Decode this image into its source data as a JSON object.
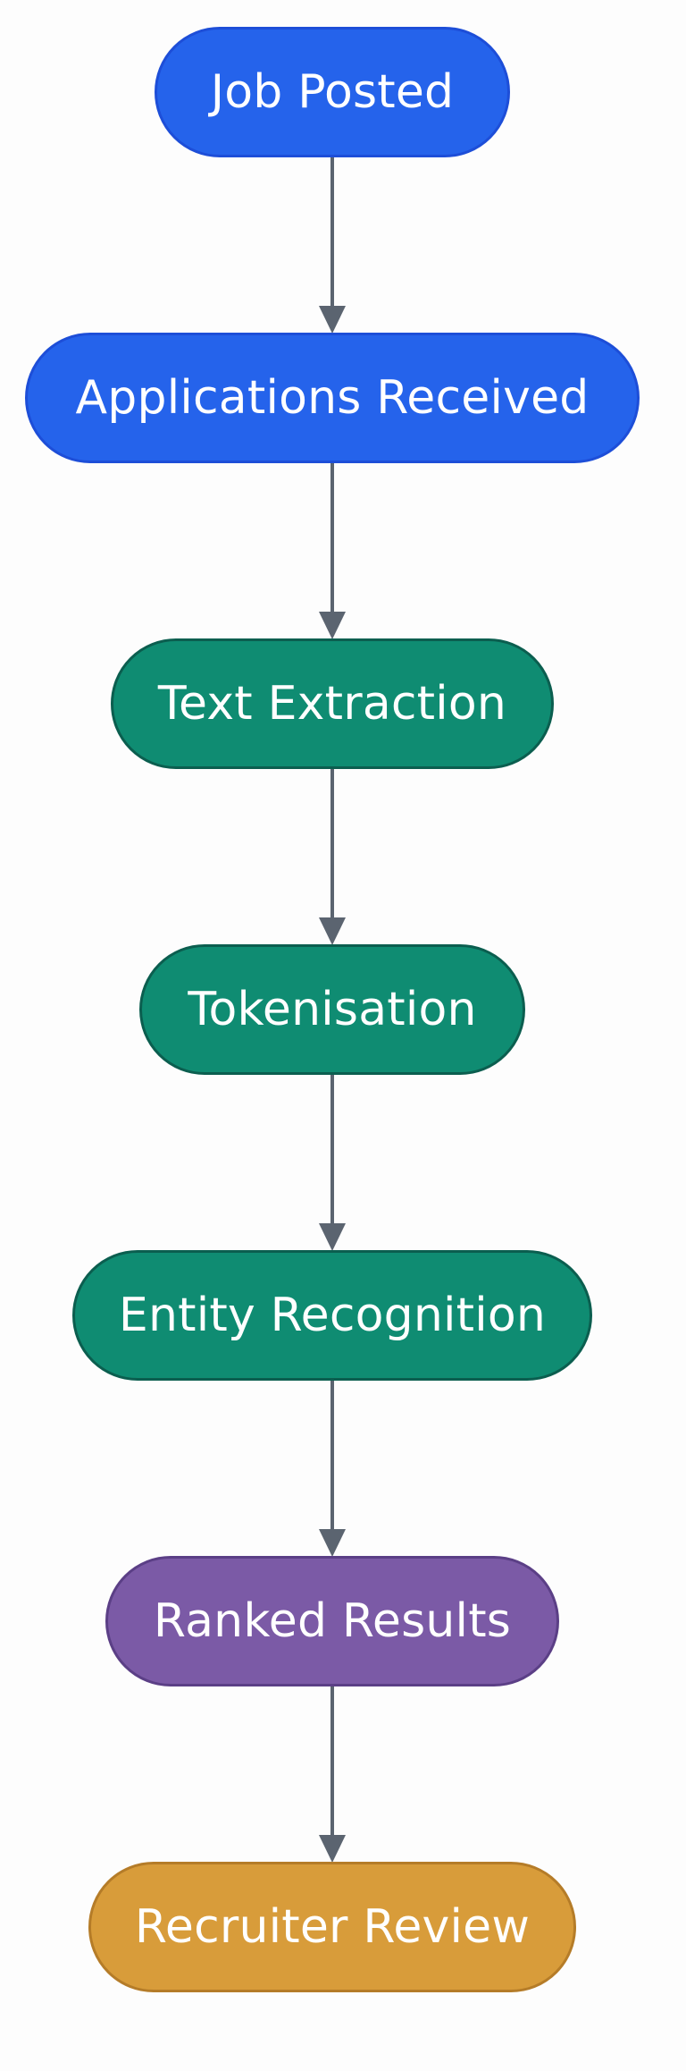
{
  "diagram": {
    "nodes": [
      {
        "id": "job-posted",
        "label": "Job Posted",
        "fill": "#2563eb",
        "stroke": "#1d4ed8"
      },
      {
        "id": "applications-received",
        "label": "Applications Received",
        "fill": "#2563eb",
        "stroke": "#1d4ed8"
      },
      {
        "id": "text-extraction",
        "label": "Text Extraction",
        "fill": "#0f8c72",
        "stroke": "#0b5e4f"
      },
      {
        "id": "tokenisation",
        "label": "Tokenisation",
        "fill": "#0f8c72",
        "stroke": "#0b5e4f"
      },
      {
        "id": "entity-recognition",
        "label": "Entity Recognition",
        "fill": "#0f8c72",
        "stroke": "#0b5e4f"
      },
      {
        "id": "ranked-results",
        "label": "Ranked Results",
        "fill": "#7b5aa6",
        "stroke": "#5b3f86"
      },
      {
        "id": "recruiter-review",
        "label": "Recruiter Review",
        "fill": "#d89c3a",
        "stroke": "#b57c28"
      }
    ],
    "edges": [
      {
        "from": "job-posted",
        "to": "applications-received"
      },
      {
        "from": "applications-received",
        "to": "text-extraction"
      },
      {
        "from": "text-extraction",
        "to": "tokenisation"
      },
      {
        "from": "tokenisation",
        "to": "entity-recognition"
      },
      {
        "from": "entity-recognition",
        "to": "ranked-results"
      },
      {
        "from": "ranked-results",
        "to": "recruiter-review"
      }
    ],
    "edge_color": "#5b6470"
  }
}
